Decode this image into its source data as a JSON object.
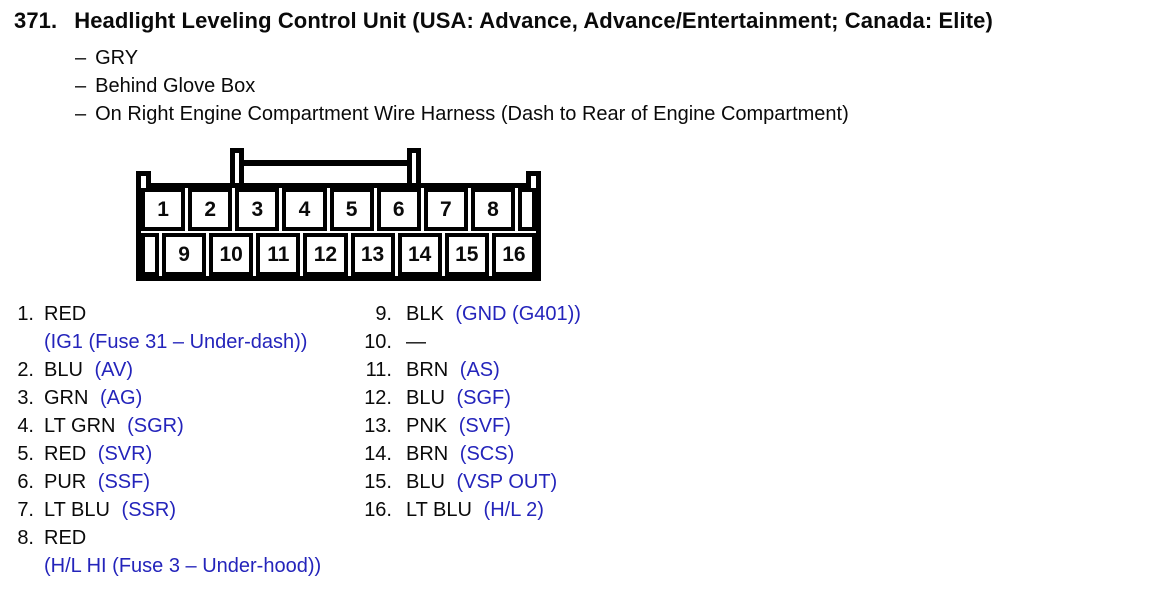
{
  "header": {
    "number": "371.",
    "title": "Headlight Leveling Control Unit (USA: Advance, Advance/Entertainment; Canada: Elite)",
    "dash": "–",
    "bullets": [
      "GRY",
      "Behind Glove Box",
      "On Right Engine Compartment Wire Harness (Dash to Rear of Engine Compartment)"
    ]
  },
  "connector": {
    "top_pins": [
      "1",
      "2",
      "3",
      "4",
      "5",
      "6",
      "7",
      "8"
    ],
    "bottom_pins": [
      "9",
      "10",
      "11",
      "12",
      "13",
      "14",
      "15",
      "16"
    ]
  },
  "pinout": {
    "left": [
      {
        "num": "1.",
        "wire": "RED",
        "signal": "(IG1 (Fuse 31 – Under-dash))"
      },
      {
        "num": "2.",
        "wire": "BLU",
        "signal": "(AV)"
      },
      {
        "num": "3.",
        "wire": "GRN",
        "signal": "(AG)"
      },
      {
        "num": "4.",
        "wire": "LT GRN",
        "signal": "(SGR)"
      },
      {
        "num": "5.",
        "wire": "RED",
        "signal": "(SVR)"
      },
      {
        "num": "6.",
        "wire": "PUR",
        "signal": "(SSF)"
      },
      {
        "num": "7.",
        "wire": "LT BLU",
        "signal": "(SSR)"
      },
      {
        "num": "8.",
        "wire": "RED",
        "signal": "(H/L HI (Fuse 3 – Under-hood))"
      }
    ],
    "right": [
      {
        "num": "9.",
        "wire": "BLK",
        "signal": "(GND (G401))"
      },
      {
        "num": "10.",
        "wire": "—",
        "signal": ""
      },
      {
        "num": "11.",
        "wire": "BRN",
        "signal": "(AS)"
      },
      {
        "num": "12.",
        "wire": "BLU",
        "signal": "(SGF)"
      },
      {
        "num": "13.",
        "wire": "PNK",
        "signal": "(SVF)"
      },
      {
        "num": "14.",
        "wire": "BRN",
        "signal": "(SCS)"
      },
      {
        "num": "15.",
        "wire": "BLU",
        "signal": "(VSP OUT)"
      },
      {
        "num": "16.",
        "wire": "LT BLU",
        "signal": "(H/L 2)"
      }
    ]
  },
  "colors": {
    "signal_blue": "#2424bb",
    "text_black": "#0a0a0a"
  }
}
